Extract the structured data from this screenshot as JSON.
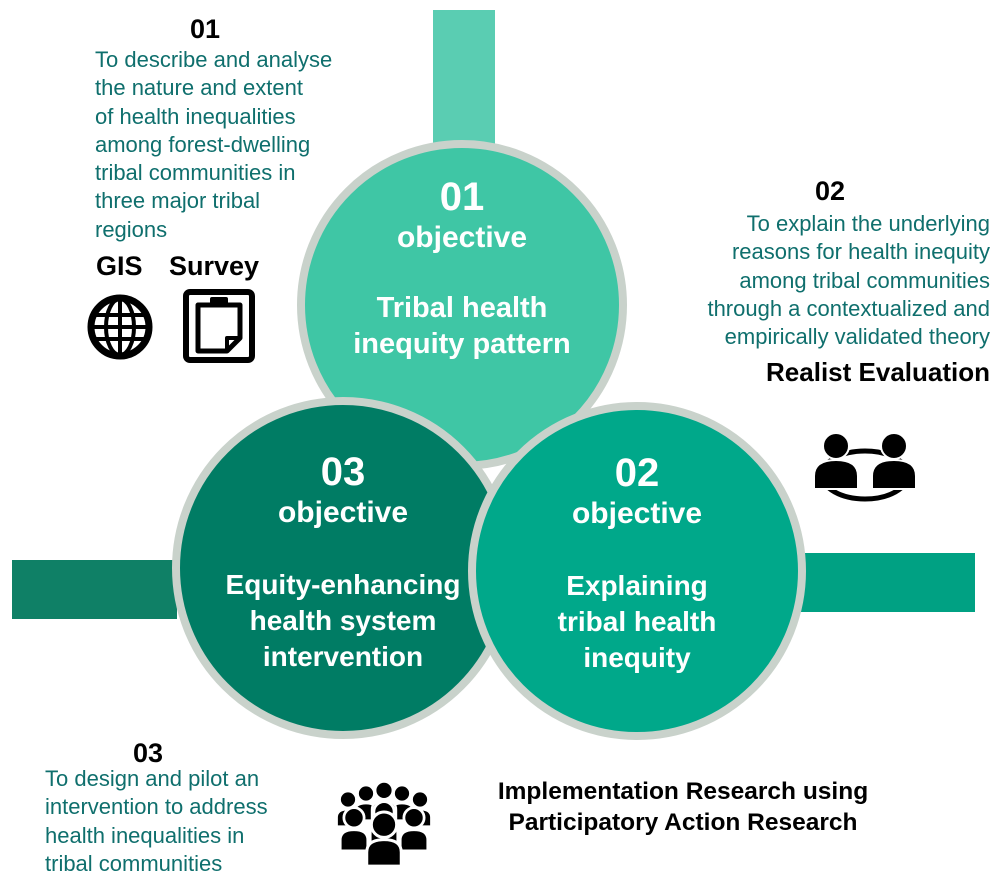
{
  "colors": {
    "background": "#ffffff",
    "circle1_fill": "#3FC6A5",
    "circle2_fill": "#00A88A",
    "circle3_fill": "#007C64",
    "circle_border": "#C9D2CB",
    "bar_top": "#5ACDB2",
    "bar_left": "#0F8066",
    "bar_right": "#00A183",
    "paragraph_text": "#0F6F6D",
    "heading_text": "#000000",
    "circle_text": "#FFFFFF"
  },
  "circles": [
    {
      "number": "01",
      "label": "objective",
      "title_lines": [
        "Tribal health",
        "inequity pattern"
      ]
    },
    {
      "number": "02",
      "label": "objective",
      "title_lines": [
        "Explaining",
        "tribal health",
        "inequity"
      ]
    },
    {
      "number": "03",
      "label": "objective",
      "title_lines": [
        "Equity-enhancing",
        "health system",
        "intervention"
      ]
    }
  ],
  "annotations": {
    "obj1": {
      "number": "01",
      "lines": [
        "To describe and analyse",
        "the nature and extent",
        "of health inequalities",
        "among forest-dwelling",
        "tribal communities in",
        "three major tribal",
        "regions"
      ],
      "method1": "GIS",
      "method2": "Survey",
      "icons": [
        "globe-icon",
        "survey-clipboard-icon"
      ]
    },
    "obj2": {
      "number": "02",
      "lines": [
        "To explain the underlying",
        "reasons for health inequity",
        "among tribal communities",
        "through a contextualized and",
        "empirically validated theory"
      ],
      "method": "Realist Evaluation",
      "icon": "two-people-collaboration-icon"
    },
    "obj3": {
      "number": "03",
      "lines": [
        "To design and pilot an",
        "intervention to address",
        "health inequalities in",
        "tribal communities"
      ],
      "icon": "community-crowd-icon"
    },
    "bottom": {
      "lines": [
        "Implementation Research using",
        "Participatory Action Research"
      ]
    }
  }
}
